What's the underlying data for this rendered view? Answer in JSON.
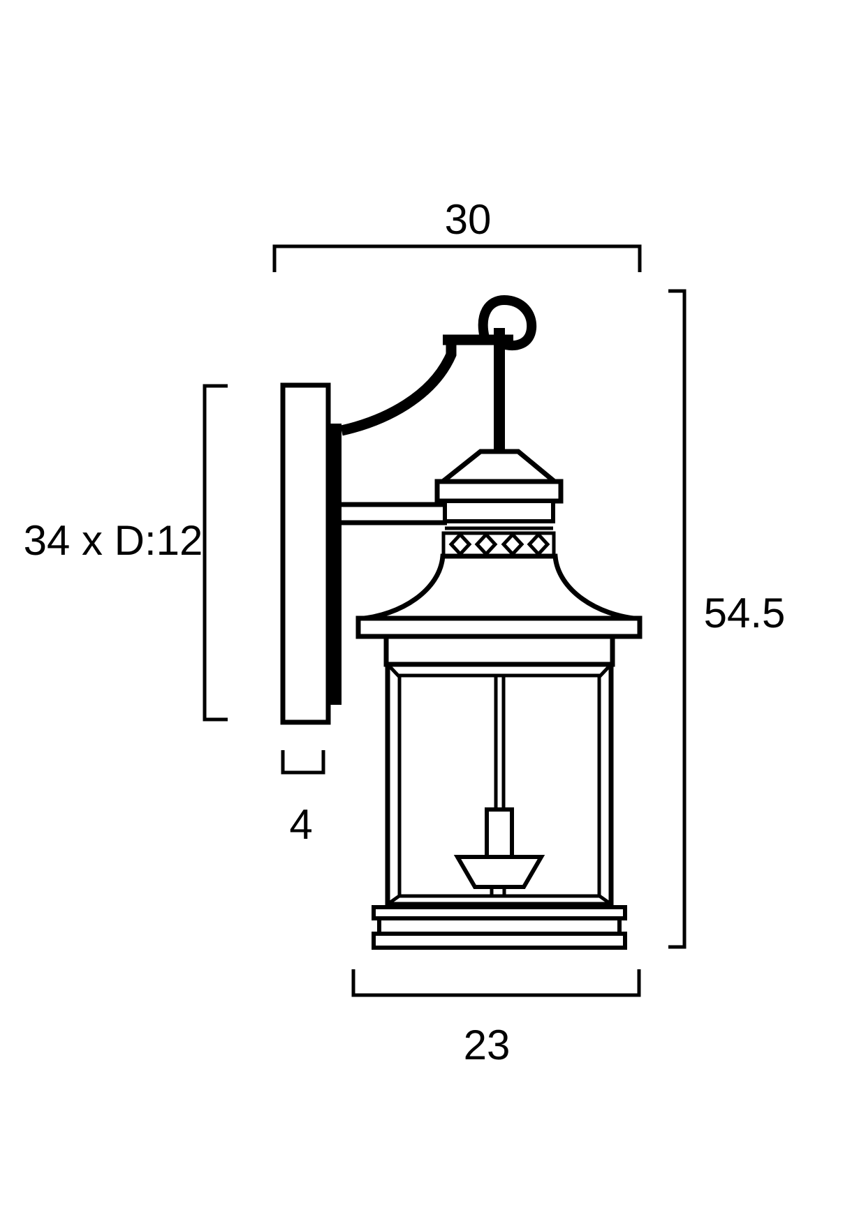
{
  "page": {
    "background_color": "#ffffff",
    "line_color": "#000000",
    "text_color": "#000000"
  },
  "drawing": {
    "type": "technical-dimension-diagram",
    "subject": "Wall-mounted lantern light fixture, side elevation with dimensions",
    "dimensions": {
      "overall_depth_top": "30",
      "overall_height_right": "54.5",
      "backplate_size_left": "34 x D:12",
      "wall_gap_bottom": "4",
      "lantern_width_bottom": "23"
    }
  }
}
